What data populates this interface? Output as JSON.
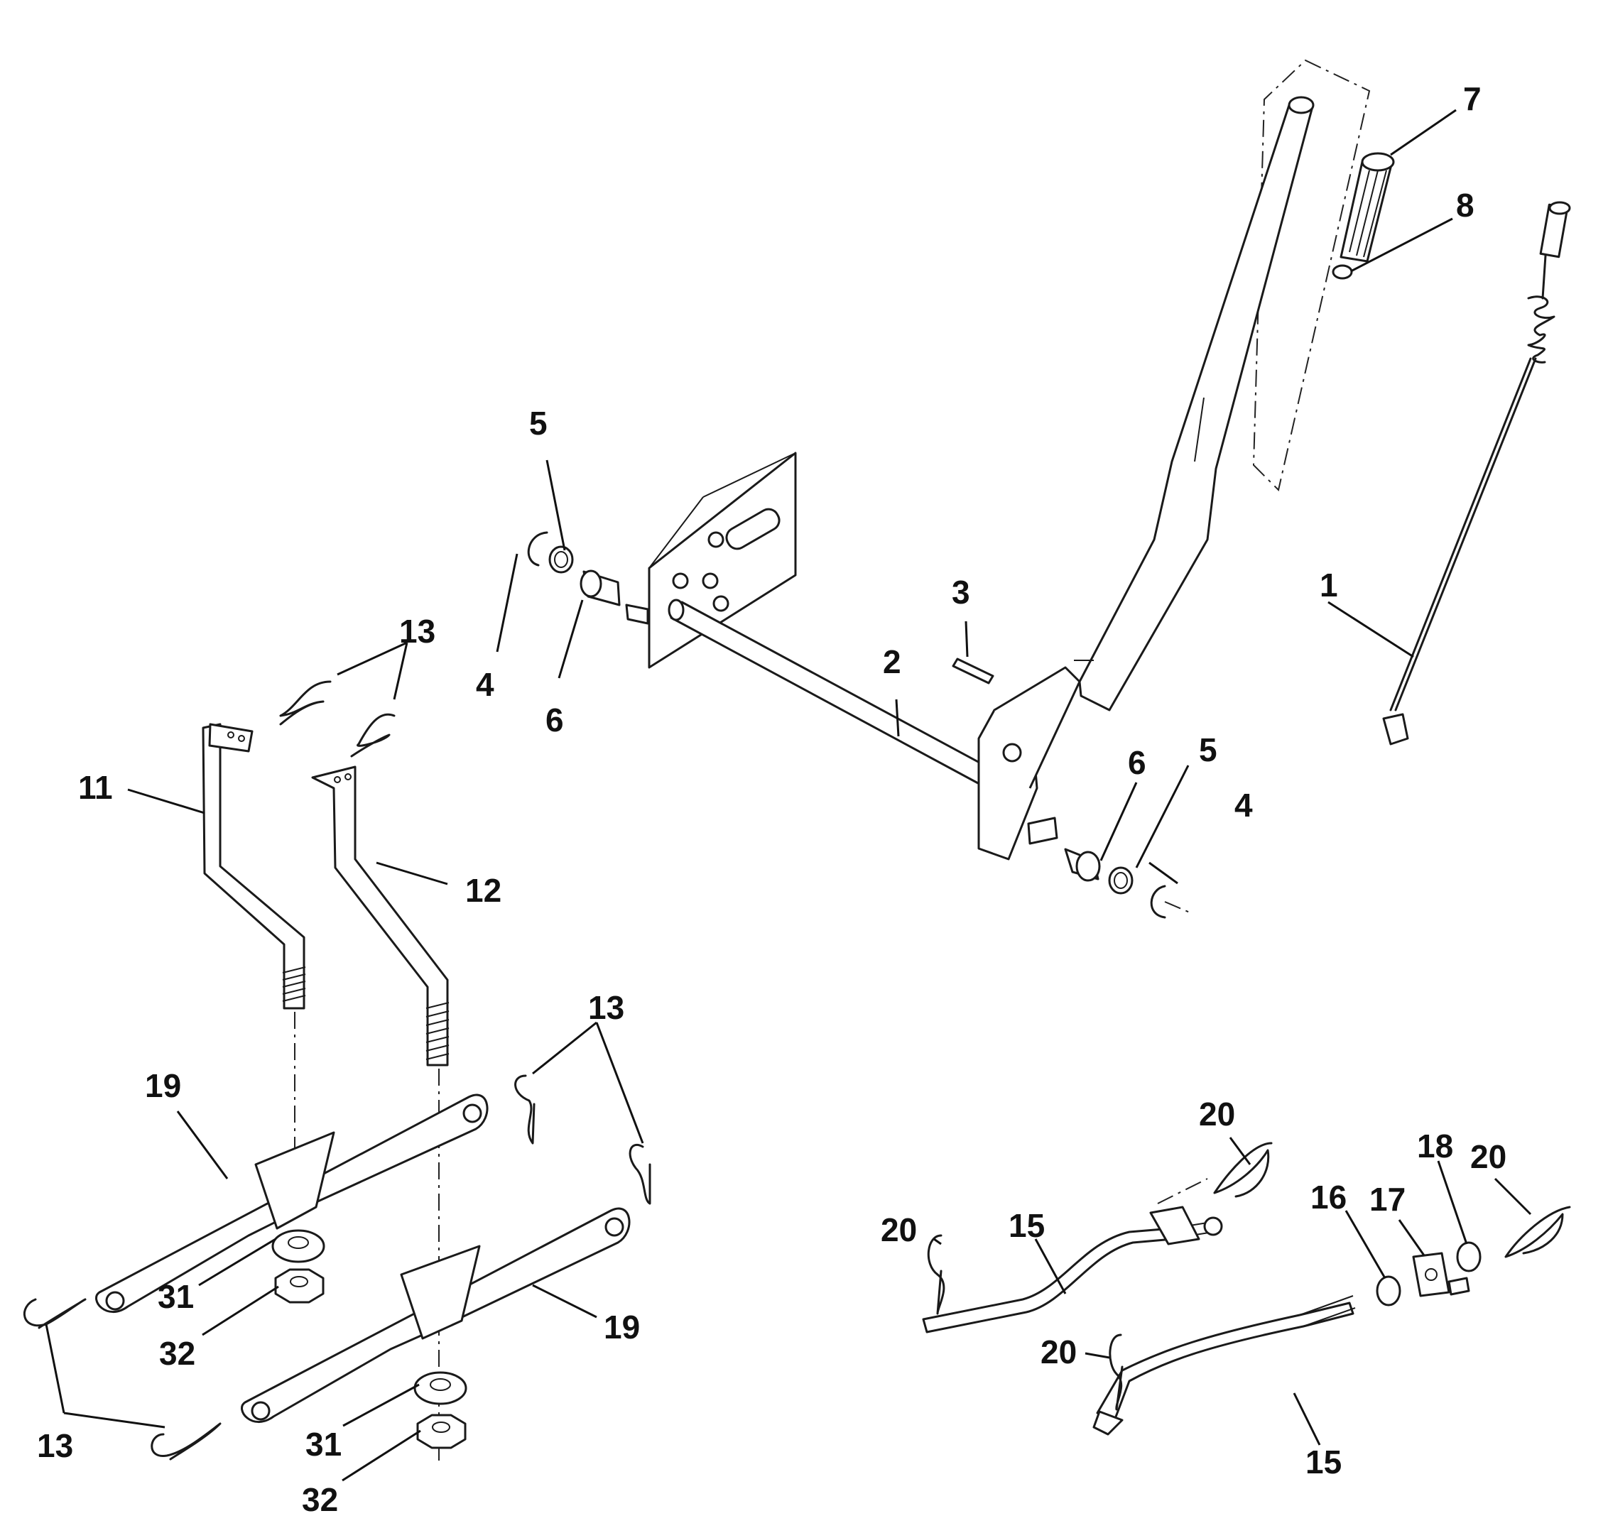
{
  "callouts": {
    "c1": "1",
    "c2": "2",
    "c3": "3",
    "c4a": "4",
    "c4b": "4",
    "c5a": "5",
    "c5b": "5",
    "c6a": "6",
    "c6b": "6",
    "c7": "7",
    "c8": "8",
    "c11": "11",
    "c12": "12",
    "c13a": "13",
    "c13b": "13",
    "c13c": "13",
    "c15a": "15",
    "c15b": "15",
    "c16": "16",
    "c17": "17",
    "c18": "18",
    "c19a": "19",
    "c19b": "19",
    "c20a": "20",
    "c20b": "20",
    "c20c": "20",
    "c20d": "20",
    "c31a": "31",
    "c31b": "31",
    "c32a": "32",
    "c32b": "32"
  },
  "colors": {
    "line": "#1a1a1a",
    "background": "#ffffff"
  }
}
